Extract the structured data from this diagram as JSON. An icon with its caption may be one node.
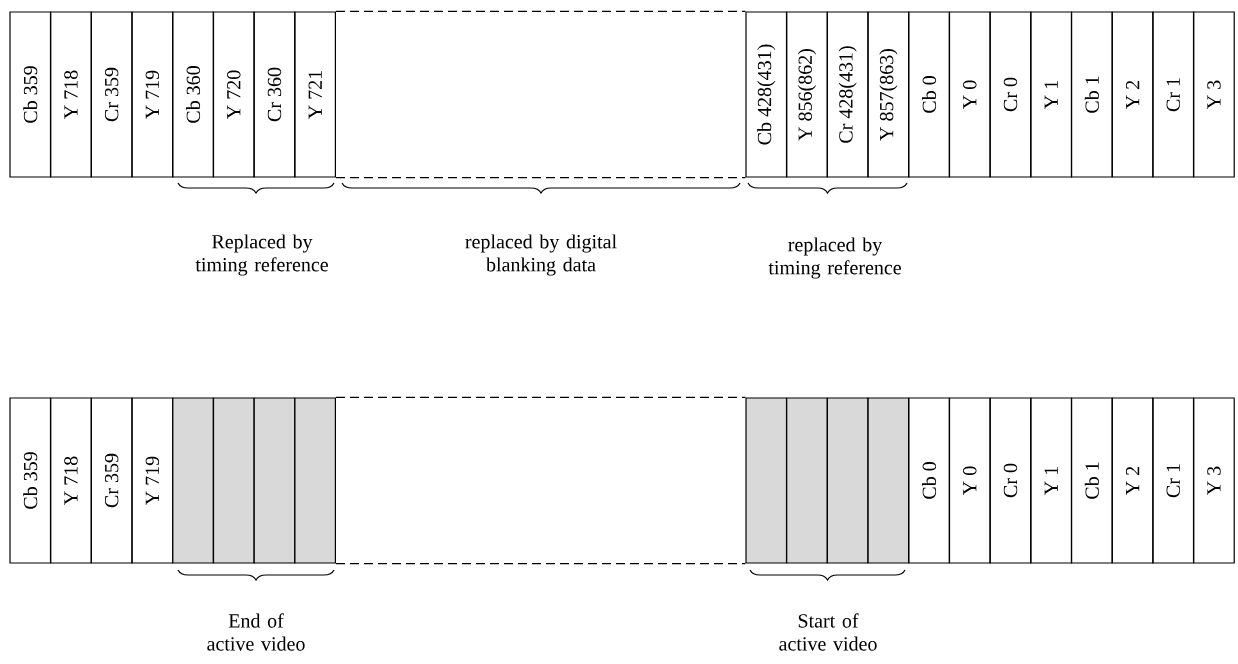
{
  "diagram": {
    "nodes": [
      {
        "text": [
          "Cb 359"
        ]
      },
      {
        "text": [
          "Y 718"
        ]
      },
      {
        "text": [
          "Cr 359"
        ]
      },
      {
        "text": [
          "Y 719"
        ]
      },
      {
        "text": [
          "Cb 360"
        ]
      },
      {
        "text": [
          "Y 720"
        ]
      },
      {
        "text": [
          "Cr 360"
        ]
      },
      {
        "text": [
          "Y 721"
        ]
      },
      {
        "text": [
          "Cb 428(431)"
        ]
      },
      {
        "text": [
          "Y 856(862)"
        ]
      },
      {
        "text": [
          "Cr 428(431)"
        ]
      },
      {
        "text": [
          "Y 857(863)"
        ]
      },
      {
        "text": [
          "Cb 0"
        ]
      },
      {
        "text": [
          "Y 0"
        ]
      },
      {
        "text": [
          "Cr 0"
        ]
      },
      {
        "text": [
          "Y 1"
        ]
      },
      {
        "text": [
          "Cb 1"
        ]
      },
      {
        "text": [
          "Y 2"
        ]
      },
      {
        "text": [
          "Cr 1"
        ]
      },
      {
        "text": [
          "Y 3"
        ]
      },
      {
        "text": [
          "Cb 359"
        ]
      },
      {
        "text": [
          "Y 718"
        ]
      },
      {
        "text": [
          "Cr 359"
        ]
      },
      {
        "text": [
          "Y 719"
        ]
      },
      {
        "text": [],
        "shape": "box"
      },
      {
        "text": [],
        "shape": "box"
      },
      {
        "text": [],
        "shape": "box"
      },
      {
        "text": [],
        "shape": "box"
      },
      {
        "text": [],
        "shape": "box"
      },
      {
        "text": [],
        "shape": "box"
      },
      {
        "text": [],
        "shape": "box"
      },
      {
        "text": [],
        "shape": "box"
      },
      {
        "text": [
          "Cb 0"
        ]
      },
      {
        "text": [
          "Y 0"
        ]
      },
      {
        "text": [
          "Cr 0"
        ]
      },
      {
        "text": [
          "Y 1"
        ]
      },
      {
        "text": [
          "Cb 1"
        ]
      },
      {
        "text": [
          "Y 2"
        ]
      },
      {
        "text": [
          "Cr 1"
        ]
      },
      {
        "text": [
          "Y 3"
        ]
      }
    ],
    "edges": [
      {
        "from": 7,
        "to": 8,
        "arrow": "none",
        "style": "dashed"
      },
      {
        "from": 7,
        "to": 8,
        "arrow": "none",
        "style": "dashed"
      },
      {
        "from": 27,
        "to": 28,
        "arrow": "none",
        "style": "dashed"
      },
      {
        "from": 27,
        "to": 28,
        "arrow": "none",
        "style": "dashed"
      }
    ],
    "labels": [
      "Replaced by timing reference",
      "replaced by digital blanking data",
      "replaced by timing reference",
      "End of active video",
      "Start of active video"
    ]
  }
}
